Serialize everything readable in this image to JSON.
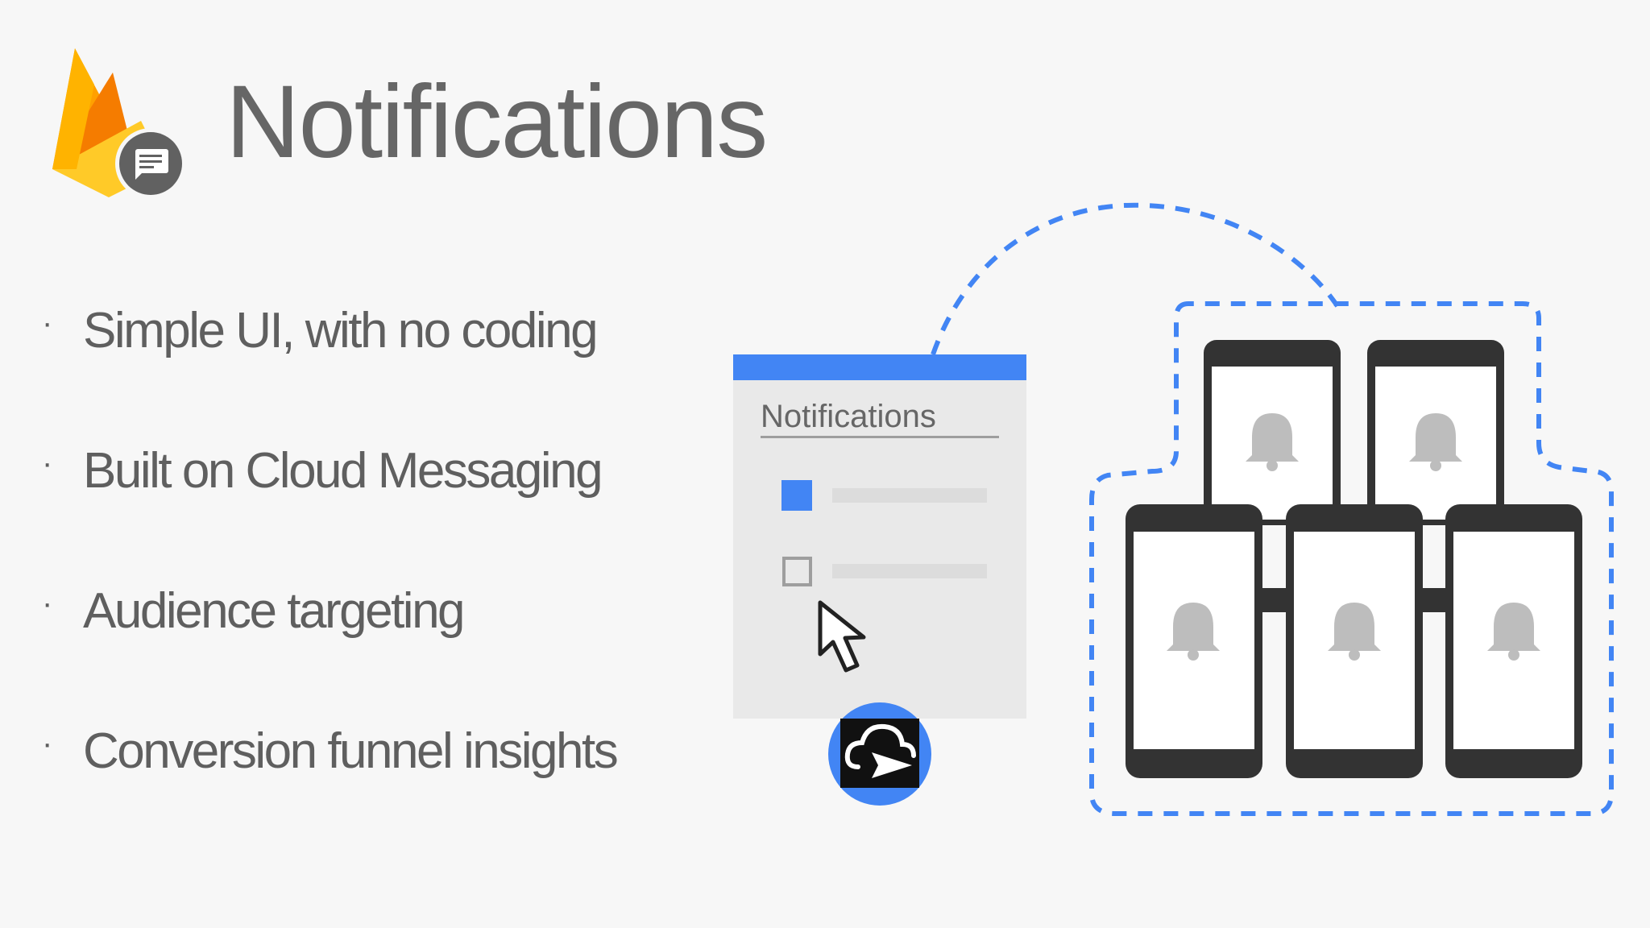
{
  "slide": {
    "title": "Notifications",
    "bullets": [
      "Simple UI, with no coding",
      "Built on Cloud Messaging",
      "Audience targeting",
      "Conversion funnel insights"
    ],
    "bullet_marker": "·"
  },
  "console_panel": {
    "title": "Notifications",
    "checkbox_checked": true,
    "checkbox_unchecked": false
  },
  "icons": {
    "logo": "firebase-flame-icon",
    "logo_badge": "chat-bubble-icon",
    "cursor": "mouse-pointer-icon",
    "send": "cloud-send-icon",
    "device_alert": "bell-icon"
  },
  "colors": {
    "title_text": "#666666",
    "body_text": "#5f5f5f",
    "accent_blue": "#4285f4",
    "flame_yellow": "#ffca28",
    "flame_orange": "#ffa000",
    "flame_deep": "#f57c00",
    "phone_frame": "#333333",
    "bell_gray": "#bdbdbd"
  },
  "devices": {
    "count": 5
  }
}
